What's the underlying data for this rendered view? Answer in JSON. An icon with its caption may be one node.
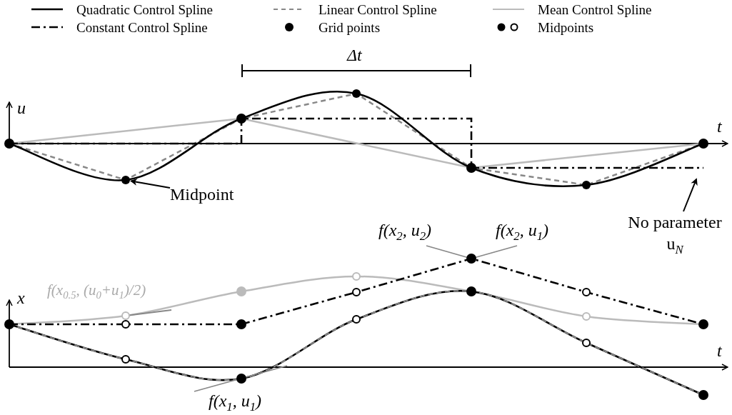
{
  "diagram": {
    "nodes": [
      {
        "text": [
          "Midpoint"
        ]
      },
      {
        "text": [],
        "shape": "circle"
      },
      {
        "text": [],
        "shape": "circle"
      },
      {
        "text": [],
        "shape": "circle"
      },
      {
        "text": [
          "No parameter u$_{N}$"
        ]
      }
    ],
    "edges": [
      {
        "from": 0,
        "to": 1,
        "arrow": "to"
      },
      {
        "from": 4,
        "to": null,
        "arrow": "to"
      }
    ],
    "labels": [
      "Δt",
      "u",
      "t",
      "f(x$_{2}$, u$_{2}$)",
      "f(x$_{2}$, u$_{1}$)",
      "f(x$_{0.5}$, (u$_{0}$+u$_{1}$)/2)",
      "x",
      "t",
      "f(x$_{1}$, u$_{1}$)"
    ],
    "legend": [
      {
        "text": "Quadratic Control Spline"
      },
      {
        "text": "Linear Control Spline"
      },
      {
        "text": "Mean Control Spline"
      },
      {
        "text": "Constant Control Spline"
      },
      {
        "text": "Grid points"
      },
      {
        "text": "Midpoints"
      }
    ]
  }
}
